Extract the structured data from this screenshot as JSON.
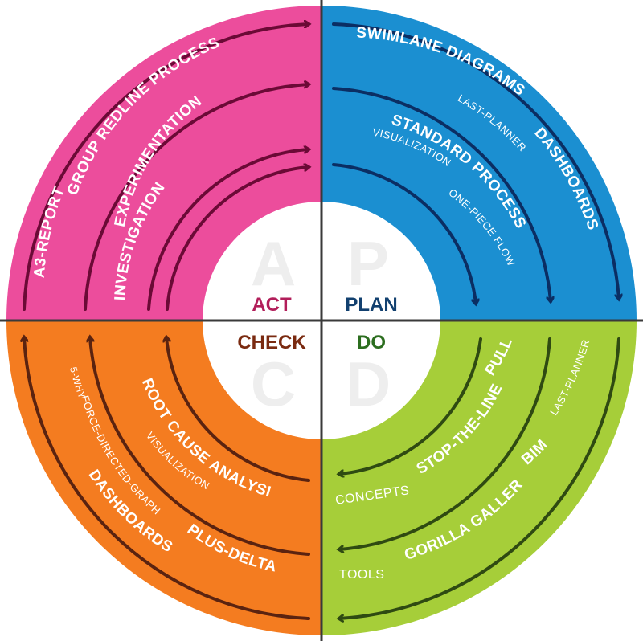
{
  "quadrants": {
    "act": {
      "label": "ACT",
      "letter": "A",
      "fill": "#EC4D9C",
      "label_color": "#B21E5A",
      "arrow_color": "#6B0A36"
    },
    "plan": {
      "label": "PLAN",
      "letter": "P",
      "fill": "#1B8FD1",
      "label_color": "#12406F",
      "arrow_color": "#0B2E63"
    },
    "do": {
      "label": "DO",
      "letter": "D",
      "fill": "#A6CE39",
      "label_color": "#2C6E1F",
      "arrow_color": "#2F4A12"
    },
    "check": {
      "label": "CHECK",
      "letter": "C",
      "fill": "#F47C20",
      "label_color": "#7A2A10",
      "arrow_color": "#5A2310"
    }
  },
  "divider_color": "#3A3A3A",
  "ghost_letter_color": "#EEEEEE",
  "labels": {
    "act": [
      {
        "text": "A3-REPORT",
        "style": "bold"
      },
      {
        "text": "GROUP REDLINE PROCESS",
        "style": "bold"
      },
      {
        "text": "INVESTIGATION",
        "style": "bold"
      },
      {
        "text": "EXPERIMENTATION",
        "style": "bold"
      }
    ],
    "plan": [
      {
        "text": "SWIMLANE DIAGRAMS",
        "style": "bold"
      },
      {
        "text": "DASHBOARDS",
        "style": "bold"
      },
      {
        "text": "LAST-PLANNER",
        "style": "small"
      },
      {
        "text": "STANDARD PROCESS",
        "style": "bold"
      },
      {
        "text": "VISUALIZATION",
        "style": "small"
      },
      {
        "text": "ONE-PIECE FLOW",
        "style": "small"
      }
    ],
    "do": [
      {
        "text": "PULL",
        "style": "bold"
      },
      {
        "text": "STOP-THE-LINE",
        "style": "bold"
      },
      {
        "text": "LAST-PLANNER",
        "style": "small"
      },
      {
        "text": "BIM",
        "style": "bold"
      },
      {
        "text": "GORILLA GALLERY",
        "style": "bold"
      },
      {
        "text": "CONCEPTS",
        "style": "small"
      },
      {
        "text": "TOOLS",
        "style": "small"
      }
    ],
    "check": [
      {
        "text": "5-WHYS",
        "style": "small"
      },
      {
        "text": "FORCE-DIRECTED-GRAPH",
        "style": "small"
      },
      {
        "text": "DASHBOARDS",
        "style": "bold"
      },
      {
        "text": "ROOT CAUSE ANALYSIS",
        "style": "bold"
      },
      {
        "text": "VISUALIZATION",
        "style": "small"
      },
      {
        "text": "PLUS-DELTA",
        "style": "bold"
      }
    ]
  }
}
